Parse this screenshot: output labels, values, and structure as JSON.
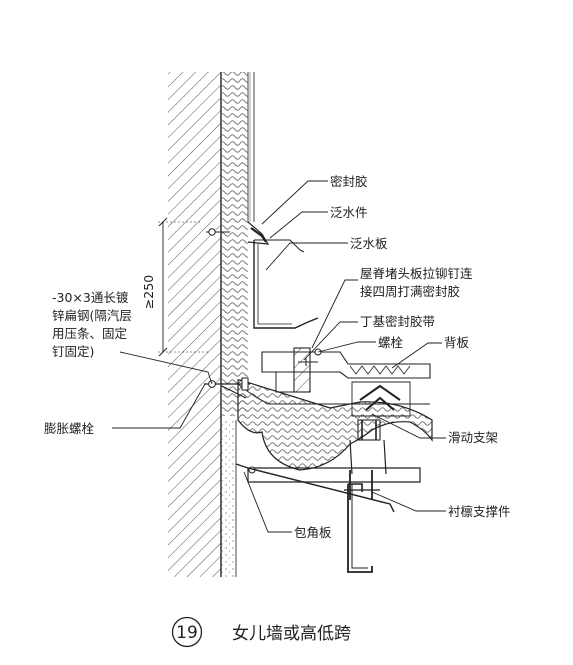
{
  "labels": {
    "sealant": "密封胶",
    "flashing_piece": "泛水件",
    "flashing_board": "泛水板",
    "ridge_line1": "屋脊堵头板拉铆钉连",
    "ridge_line2": "接四周打满密封胶",
    "butyl_tape": "丁基密封胶带",
    "bolt": "螺栓",
    "back_plate": "背板",
    "steel_line1": "-30×3通长镀",
    "steel_line2": "锌扁钢(隔汽层",
    "steel_line3": "用压条、固定",
    "steel_line4": "钉固定)",
    "expansion_bolt": "膨胀螺栓",
    "sliding_support": "滑动支架",
    "purlin_support": "衬檩支撑件",
    "corner_board": "包角板"
  },
  "dimension": {
    "value": "≥250"
  },
  "caption": {
    "number": "19",
    "title": "女儿墙或高低跨"
  }
}
